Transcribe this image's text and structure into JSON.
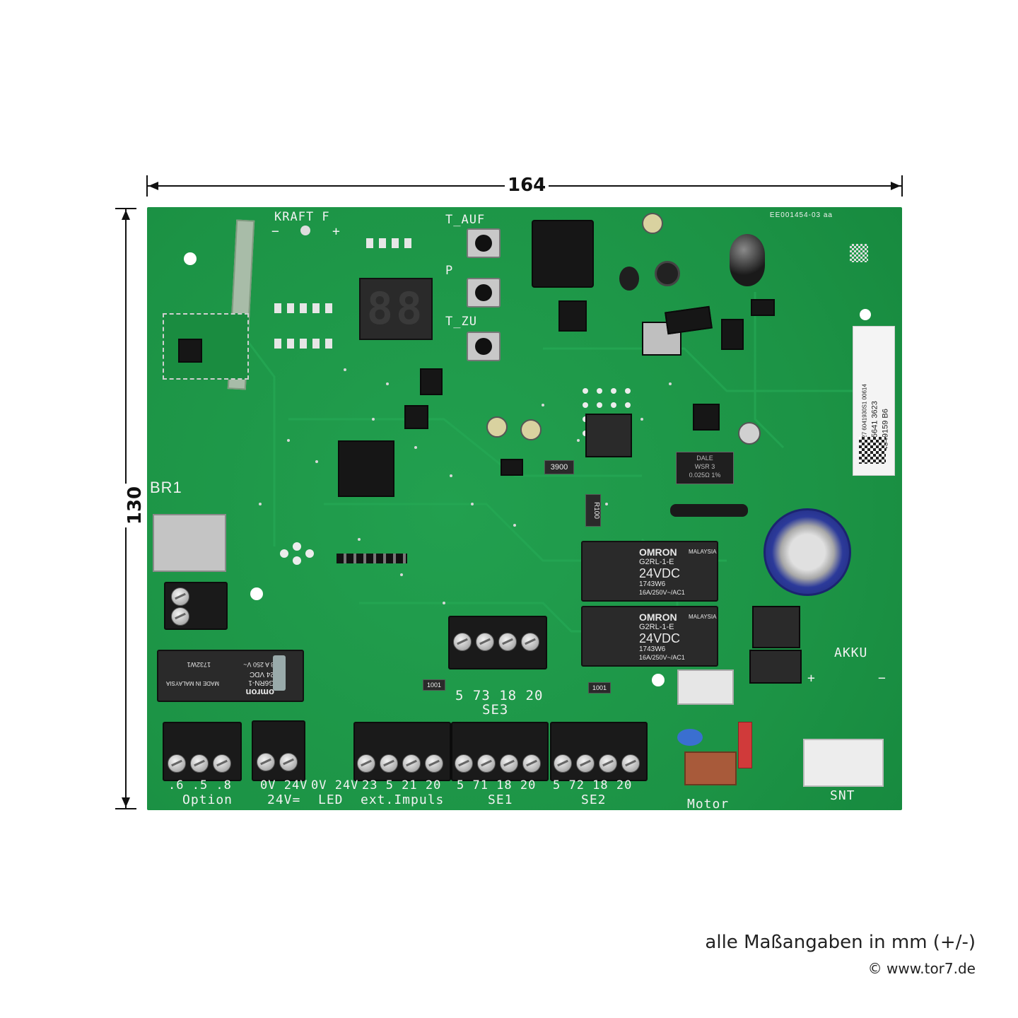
{
  "dimensions": {
    "width": "164",
    "height": "130"
  },
  "footer": {
    "note": "alle Maßangaben in mm (+/-)",
    "copyright": "© www.tor7.de"
  },
  "board": {
    "board_id": "EE001454-03 aa",
    "kraft": "KRAFT F",
    "minus": "−",
    "plus": "+",
    "t_auf": "T_AUF",
    "p": "P",
    "t_zu": "T_ZU",
    "br1": "BR1",
    "akku": "AKKU",
    "akku_plus": "+",
    "akku_minus": "−",
    "se3_pins": "5 73 18 20",
    "se3": "SE3",
    "sticker": [
      "805327 6041930S1 00614",
      "4055641   3623",
      "4549159   B6"
    ],
    "relay1": {
      "brand": "OMRON",
      "origin": "MALAYSIA",
      "model": "G2RL-1-E",
      "voltage": "24VDC",
      "code": "1743W6",
      "rating": "16A/250V~/AC1"
    },
    "relay2": {
      "brand": "OMRON",
      "origin": "MALAYSIA",
      "model": "G2RL-1-E",
      "voltage": "24VDC",
      "code": "1743W6",
      "rating": "16A/250V~/AC1"
    },
    "relay3": {
      "brand": "omron",
      "model": "G6RN-1",
      "voltage": "24 VDC",
      "rating": "8 A 250 V~",
      "origin": "MADE IN MALAYSIA",
      "code": "1732W1"
    },
    "resistor_3900": "3900",
    "resistor_1001": "1001",
    "resistor_r100": "R100",
    "dale": [
      "DALE",
      "WSR 3",
      "0.025Ω 1%"
    ],
    "terminals": [
      {
        "pins": ".6 .5 .8",
        "name": "Option"
      },
      {
        "pins": "0V 24V",
        "name": "24V="
      },
      {
        "pins": "0V 24V",
        "name": "LED"
      },
      {
        "pins": "23 5 21 20",
        "name": "ext.Impuls"
      },
      {
        "pins": "5 71 18 20",
        "name": "SE1"
      },
      {
        "pins": "5 72 18 20",
        "name": "SE2"
      }
    ],
    "motor": "Motor",
    "snt": "SNT",
    "display": "88"
  }
}
